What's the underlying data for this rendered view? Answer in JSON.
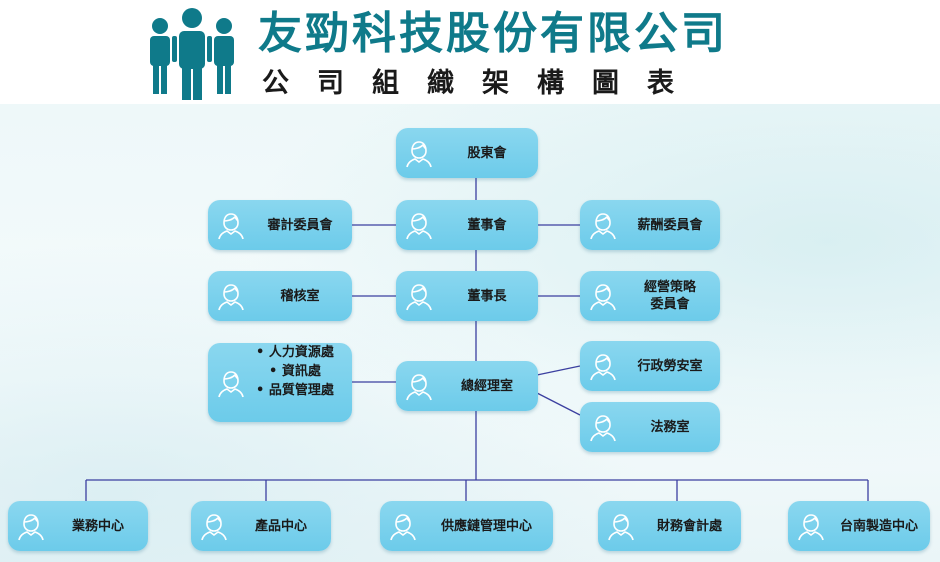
{
  "header": {
    "company_name": "友勁科技股份有限公司",
    "subtitle": "公司組織架構圖表"
  },
  "nodes": {
    "shareholders": "股東會",
    "board": "董事會",
    "audit_committee": "審計委員會",
    "compensation_committee": "薪酬委員會",
    "audit_office": "稽核室",
    "chairman": "董事長",
    "strategy_committee": "經營策略委員會",
    "president_office": "總經理室",
    "support_units": [
      "人力資源處",
      "資訊處",
      "品質管理處"
    ],
    "admin_office": "行政勞安室",
    "legal_office": "法務室",
    "sales_center": "業務中心",
    "product_center": "產品中心",
    "supply_chain_center": "供應鏈管理中心",
    "finance_office": "財務會計處",
    "tainan_center": "台南製造中心"
  },
  "colors": {
    "brand": "#0f7a8a",
    "node_fill": "#74cfec",
    "connector": "#3b3fa0"
  }
}
